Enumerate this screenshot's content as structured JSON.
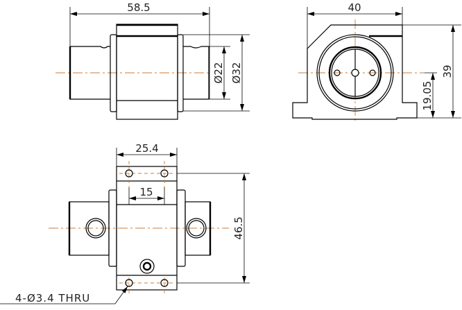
{
  "views": {
    "side": {
      "length_dim": "58.5",
      "shaft_dia_dim": "Ø22",
      "flange_dia_dim": "Ø32"
    },
    "front": {
      "width_dim": "40",
      "height_dim": "39",
      "center_height_dim": "19.05"
    },
    "top": {
      "hole_spacing_x_dim": "25.4",
      "inner_spacing_dim": "15",
      "hole_spacing_y_dim": "46.5",
      "hole_note": "4-Ø3.4 THRU"
    }
  },
  "colors": {
    "centerline": "#c87e3c",
    "line": "#000000"
  }
}
